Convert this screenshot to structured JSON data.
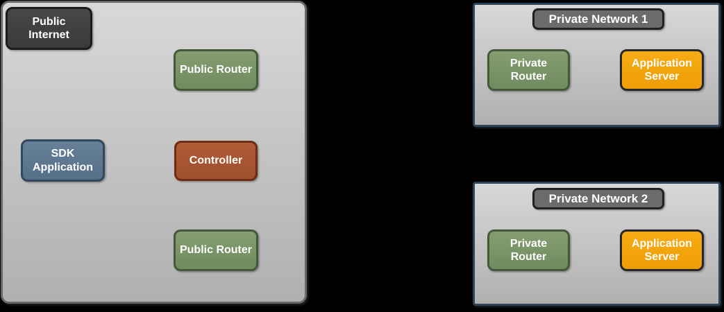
{
  "diagram": {
    "public_zone": {
      "public_internet_label": "Public Internet",
      "public_router_top_label": "Public Router",
      "sdk_application_label": "SDK Application",
      "controller_label": "Controller",
      "public_router_bottom_label": "Public Router"
    },
    "private_network_1": {
      "title": "Private Network 1",
      "private_router_label": "Private Router",
      "application_server_label": "Application Server"
    },
    "private_network_2": {
      "title": "Private Network 2",
      "private_router_label": "Private Router",
      "application_server_label": "Application Server"
    }
  },
  "colors": {
    "canvas_bg": "#000000",
    "container_fill_top": "#d8d8d8",
    "container_fill_bottom": "#b0b0b0",
    "public_zone_border": "#686868",
    "private_network_border": "#2d4459",
    "dark_node_fill": "#3f3f3f",
    "dark_node_border": "#1c1c1c",
    "green_fill": "#7b9569",
    "green_border": "#42593a",
    "blue_fill": "#5e7991",
    "blue_border": "#33485c",
    "rust_fill": "#a85632",
    "rust_border": "#6e2c12",
    "orange_fill": "#f4a40e",
    "orange_border": "#272727",
    "label_fill": "#6b6b6b",
    "label_border": "#212121",
    "text": "#ffffff"
  }
}
